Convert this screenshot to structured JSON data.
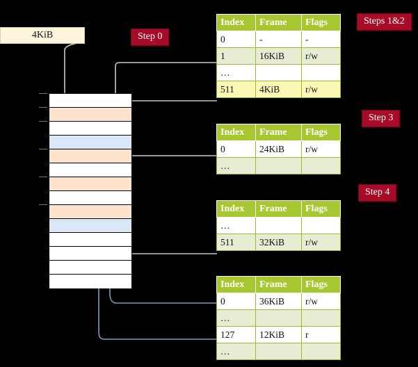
{
  "diagram": {
    "title_boxes": {
      "four_kib_label": "4KiB"
    },
    "badges": [
      {
        "id": "step0",
        "label": "Step 0"
      },
      {
        "id": "steps12",
        "label": "Steps 1&2"
      },
      {
        "id": "step3",
        "label": "Step 3"
      },
      {
        "id": "step4",
        "label": "Step 4"
      }
    ],
    "colors": {
      "header_green": "#a6c730",
      "row_alt": "#e7edd2",
      "row_highlight": "#fbf8b6",
      "badge_red": "#a80b28",
      "box_cream": "#fdf5dc",
      "mem_orange": "#fde3cc",
      "mem_blue": "#d9e7f7",
      "wire_gray": "#cccccc",
      "wire_blue": "#7e9fc6"
    },
    "columns": [
      "Index",
      "Frame",
      "Flags"
    ],
    "tables": [
      {
        "id": "table-1",
        "rows": [
          {
            "cells": [
              "0",
              "-",
              "-"
            ],
            "style": "plain"
          },
          {
            "cells": [
              "1",
              "16KiB",
              "r/w"
            ],
            "style": "alt"
          },
          {
            "cells": [
              "…",
              "",
              ""
            ],
            "style": "plain"
          },
          {
            "cells": [
              "511",
              "4KiB",
              "r/w"
            ],
            "style": "hl"
          }
        ]
      },
      {
        "id": "table-2",
        "rows": [
          {
            "cells": [
              "0",
              "24KiB",
              "r/w"
            ],
            "style": "plain"
          },
          {
            "cells": [
              "…",
              "",
              ""
            ],
            "style": "alt"
          }
        ]
      },
      {
        "id": "table-3",
        "rows": [
          {
            "cells": [
              "…",
              "",
              ""
            ],
            "style": "plain"
          },
          {
            "cells": [
              "511",
              "32KiB",
              "r/w"
            ],
            "style": "alt"
          }
        ]
      },
      {
        "id": "table-4",
        "rows": [
          {
            "cells": [
              "0",
              "36KiB",
              "r/w"
            ],
            "style": "plain"
          },
          {
            "cells": [
              "…",
              "",
              ""
            ],
            "style": "alt"
          },
          {
            "cells": [
              "127",
              "12KiB",
              "r"
            ],
            "style": "plain"
          },
          {
            "cells": [
              "…",
              "",
              ""
            ],
            "style": "alt"
          }
        ]
      }
    ],
    "memory_column": {
      "name": "physical-memory-frames",
      "rows": [
        {
          "fill": "white",
          "tick": true
        },
        {
          "fill": "orange",
          "tick": true
        },
        {
          "fill": "white",
          "tick": true
        },
        {
          "fill": "blue",
          "tick": false
        },
        {
          "fill": "orange",
          "tick": true
        },
        {
          "fill": "white",
          "tick": false
        },
        {
          "fill": "orange",
          "tick": true
        },
        {
          "fill": "white",
          "tick": false
        },
        {
          "fill": "orange",
          "tick": true
        },
        {
          "fill": "blue",
          "tick": false
        },
        {
          "fill": "white",
          "tick": false
        },
        {
          "fill": "white",
          "tick": false
        },
        {
          "fill": "white",
          "tick": false
        },
        {
          "fill": "white",
          "tick": false
        }
      ]
    }
  }
}
